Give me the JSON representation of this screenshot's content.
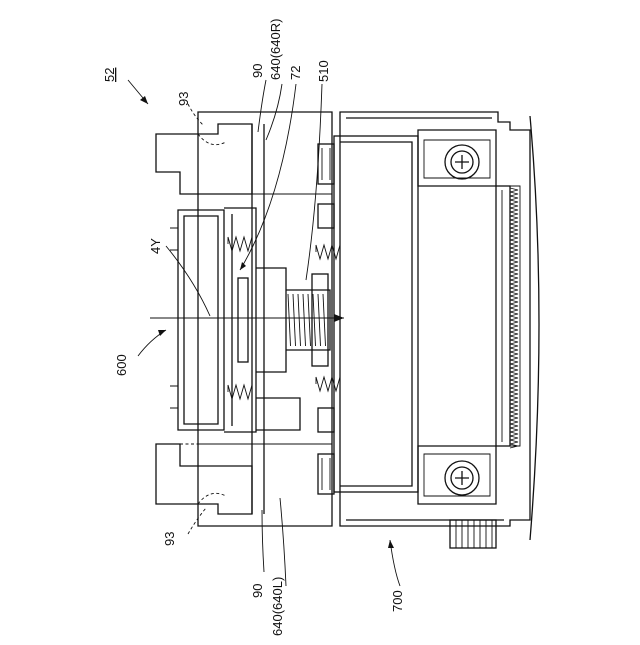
{
  "labels": {
    "fig_ref": "52",
    "ref_93_top": "93",
    "ref_90_top": "90",
    "ref_640R": "640(640R)",
    "ref_72": "72",
    "ref_510": "510",
    "ref_4Y": "4Y",
    "ref_600": "600",
    "ref_93_bottom": "93",
    "ref_90_bottom": "90",
    "ref_640L": "640(640L)",
    "ref_700": "700"
  }
}
